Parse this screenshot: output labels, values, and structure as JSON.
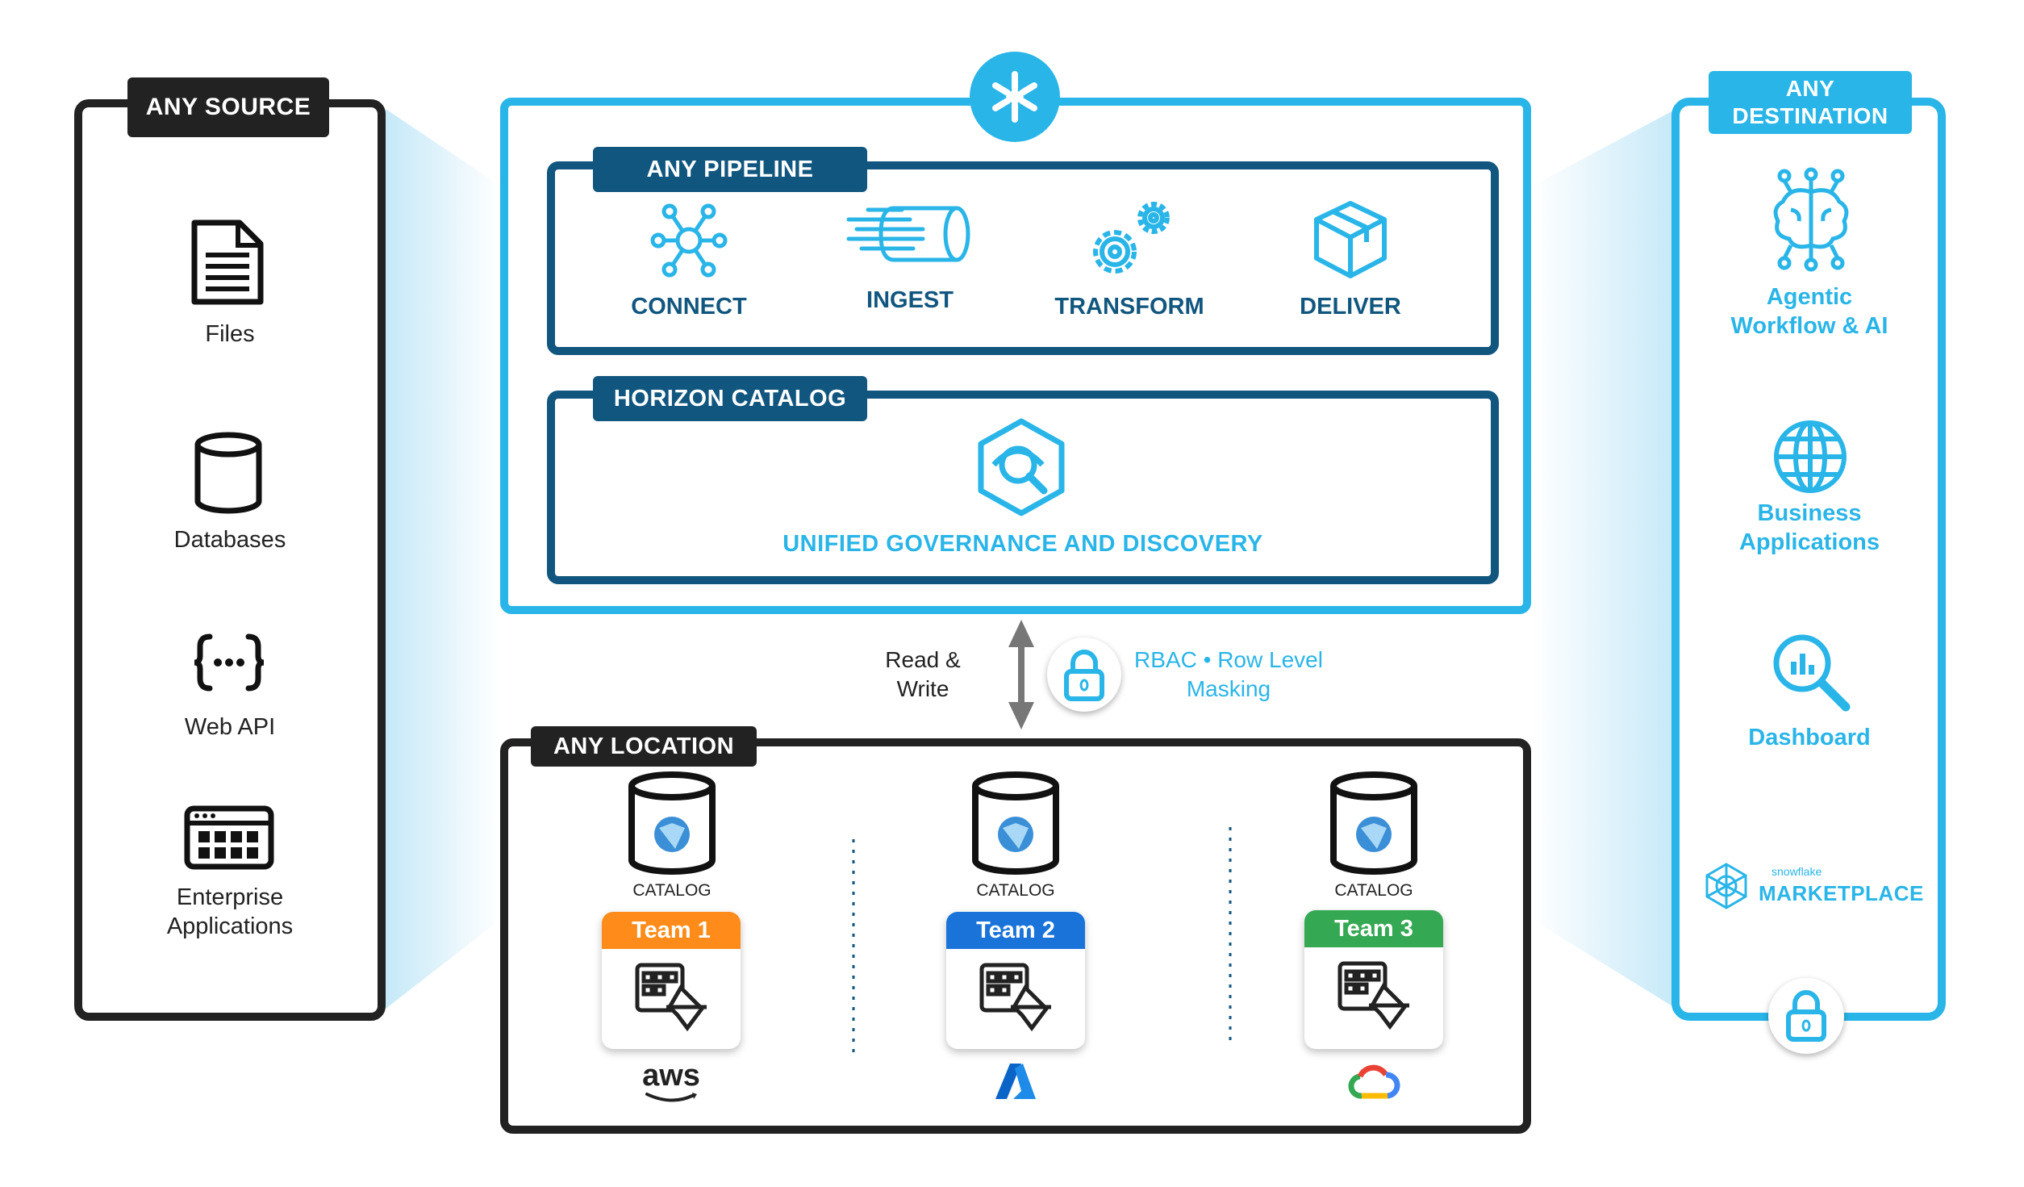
{
  "colors": {
    "brand_blue": "#29B5E8",
    "navy": "#11567F",
    "dark": "#222222",
    "team1": "#FF8C1A",
    "team2": "#1A73D9",
    "team3": "#34A853"
  },
  "source": {
    "title": "ANY SOURCE",
    "items": [
      {
        "label": "Files",
        "icon": "document-icon"
      },
      {
        "label": "Databases",
        "icon": "database-icon"
      },
      {
        "label": "Web API",
        "icon": "braces-icon"
      },
      {
        "label": "Enterprise Applications",
        "icon": "app-grid-icon"
      }
    ]
  },
  "pipeline": {
    "title": "ANY PIPELINE",
    "steps": [
      {
        "label": "CONNECT",
        "icon": "network-icon"
      },
      {
        "label": "INGEST",
        "icon": "ingest-icon"
      },
      {
        "label": "TRANSFORM",
        "icon": "gears-icon"
      },
      {
        "label": "DELIVER",
        "icon": "box-icon"
      }
    ]
  },
  "horizon": {
    "title": "HORIZON CATALOG",
    "text": "UNIFIED GOVERNANCE AND DISCOVERY"
  },
  "access": {
    "read_write": "Read & Write",
    "rbac": "RBAC • Row Level Masking"
  },
  "location": {
    "title": "ANY LOCATION",
    "catalog_label": "CATALOG",
    "teams": [
      {
        "name": "Team 1",
        "cloud": "aws"
      },
      {
        "name": "Team 2",
        "cloud": "azure"
      },
      {
        "name": "Team 3",
        "cloud": "google-cloud"
      }
    ],
    "aws_text": "aws"
  },
  "destination": {
    "title": "ANY DESTINATION",
    "items": [
      {
        "label": "Agentic Workflow & AI",
        "icon": "brain-circuit-icon"
      },
      {
        "label": "Business Applications",
        "icon": "globe-icon"
      },
      {
        "label": "Dashboard",
        "icon": "magnifier-chart-icon"
      }
    ],
    "marketplace_small": "snowflake",
    "marketplace": "MARKETPLACE"
  }
}
